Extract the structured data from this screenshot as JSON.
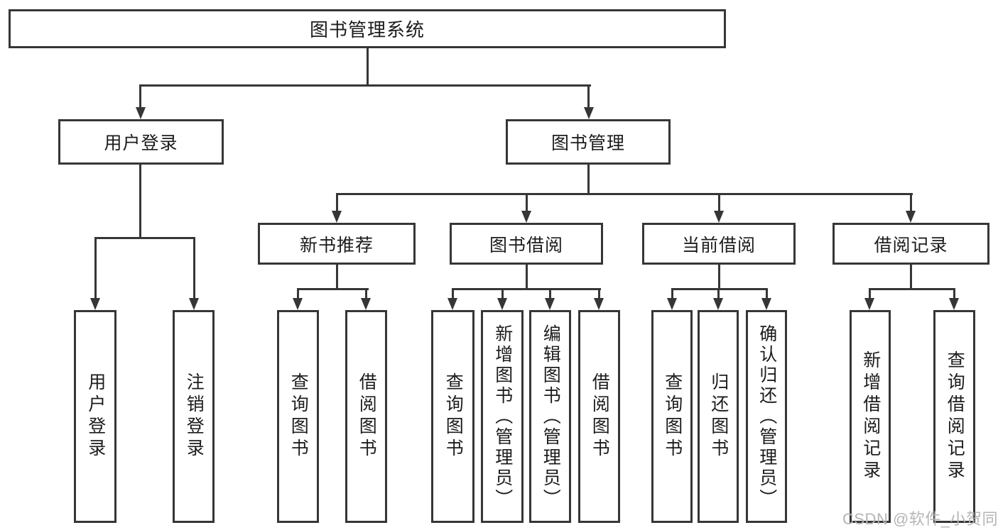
{
  "tree": {
    "label": "图书管理系统",
    "children": [
      {
        "label": "用户登录",
        "children": [
          {
            "label": "用户登录"
          },
          {
            "label": "注销登录"
          }
        ]
      },
      {
        "label": "图书管理",
        "children": [
          {
            "label": "新书推荐",
            "children": [
              {
                "label": "查询图书"
              },
              {
                "label": "借阅图书"
              }
            ]
          },
          {
            "label": "图书借阅",
            "children": [
              {
                "label": "查询图书"
              },
              {
                "label": "新增图书（管理员）"
              },
              {
                "label": "编辑图书（管理员）"
              },
              {
                "label": "借阅图书"
              }
            ]
          },
          {
            "label": "当前借阅",
            "children": [
              {
                "label": "查询图书"
              },
              {
                "label": "归还图书"
              },
              {
                "label": "确认归还（管理员）"
              }
            ]
          },
          {
            "label": "借阅记录",
            "children": [
              {
                "label": "新增借阅记录"
              },
              {
                "label": "查询借阅记录"
              }
            ]
          }
        ]
      }
    ]
  },
  "watermark": {
    "text": "CSDN @软件_小贺同学"
  },
  "colors": {
    "line": "#363636",
    "text": "#1c1c1c",
    "background": "#ffffff",
    "watermark": "#b5b5b5"
  }
}
